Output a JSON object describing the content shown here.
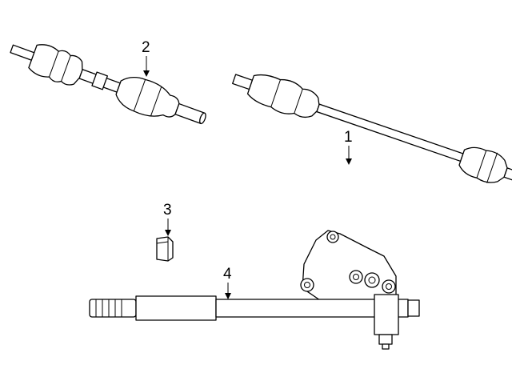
{
  "diagram": {
    "callouts": [
      {
        "id": "1",
        "label": "1",
        "part": "axle-assembly-right"
      },
      {
        "id": "2",
        "label": "2",
        "part": "axle-assembly-left"
      },
      {
        "id": "3",
        "label": "3",
        "part": "hub-nut"
      },
      {
        "id": "4",
        "label": "4",
        "part": "intermediate-shaft"
      }
    ]
  }
}
